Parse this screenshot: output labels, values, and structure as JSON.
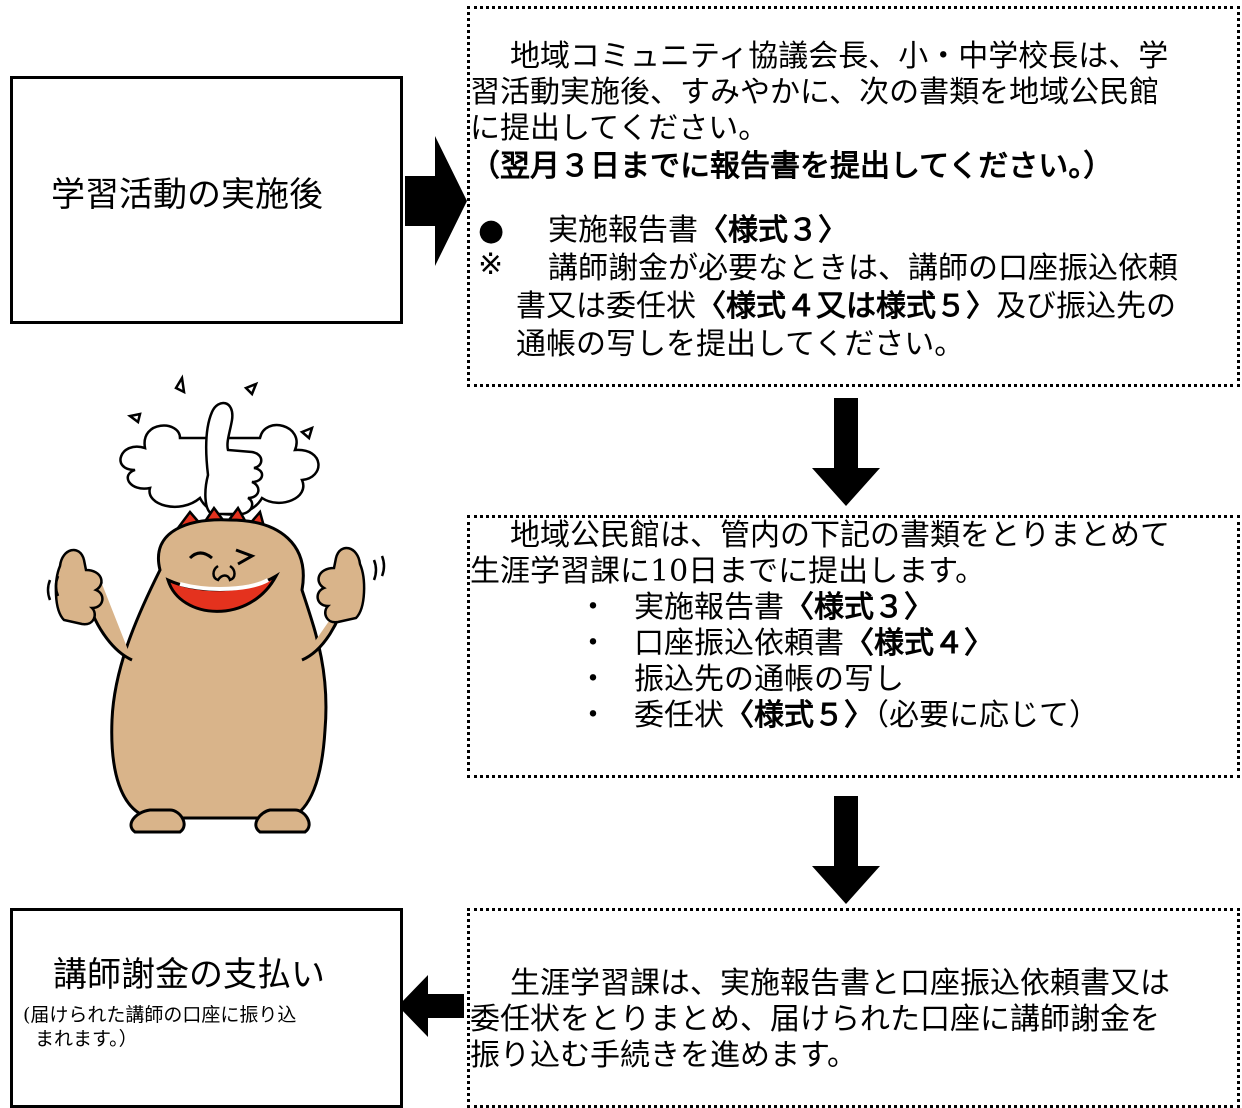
{
  "step1": {
    "title": "学習活動の実施後"
  },
  "box1": {
    "line1": "地域コミュニティ協議会長、小・中学校長は、学",
    "line2": "習活動実施後、すみやかに、次の書類を地域公民館",
    "line3": "に提出してください。",
    "deadline": "（翌月３日までに報告書を提出してください。）",
    "bullet_mark": "●",
    "bullet_text": "実施報告書",
    "bullet_form": "〈様式３〉",
    "note_mark": "※",
    "note_line1": "講師謝金が必要なときは、講師の口座振込依頼",
    "note_line2_a": "書又は委任状",
    "note_line2_form": "〈様式４又は様式５〉",
    "note_line2_b": "及び振込先の",
    "note_line3": "通帳の写しを提出してください。"
  },
  "box2": {
    "line1": "地域公民館は、管内の下記の書類をとりまとめて",
    "line2": "生涯学習課に10日までに提出します。",
    "items": [
      {
        "mark": "・",
        "text": "実施報告書",
        "form": "〈様式３〉",
        "suffix": ""
      },
      {
        "mark": "・",
        "text": "口座振込依頼書",
        "form": "〈様式４〉",
        "suffix": ""
      },
      {
        "mark": "・",
        "text": "振込先の通帳の写し",
        "form": "",
        "suffix": ""
      },
      {
        "mark": "・",
        "text": "委任状",
        "form": "〈様式５〉",
        "suffix": "（必要に応じて）"
      }
    ]
  },
  "box3": {
    "line1": "生涯学習課は、実施報告書と口座振込依頼書又は",
    "line2": "委任状をとりまとめ、届けられた口座に講師謝金を",
    "line3": "振り込む手続きを進めます。"
  },
  "step4": {
    "title": "講師謝金の支払い",
    "sub_line1": "(届けられた講師の口座に振り込",
    "sub_line2": "まれます。）"
  },
  "colors": {
    "mascot_body": "#d9b48a",
    "mascot_crown": "#e4321e",
    "mouth": "#e4321e"
  }
}
